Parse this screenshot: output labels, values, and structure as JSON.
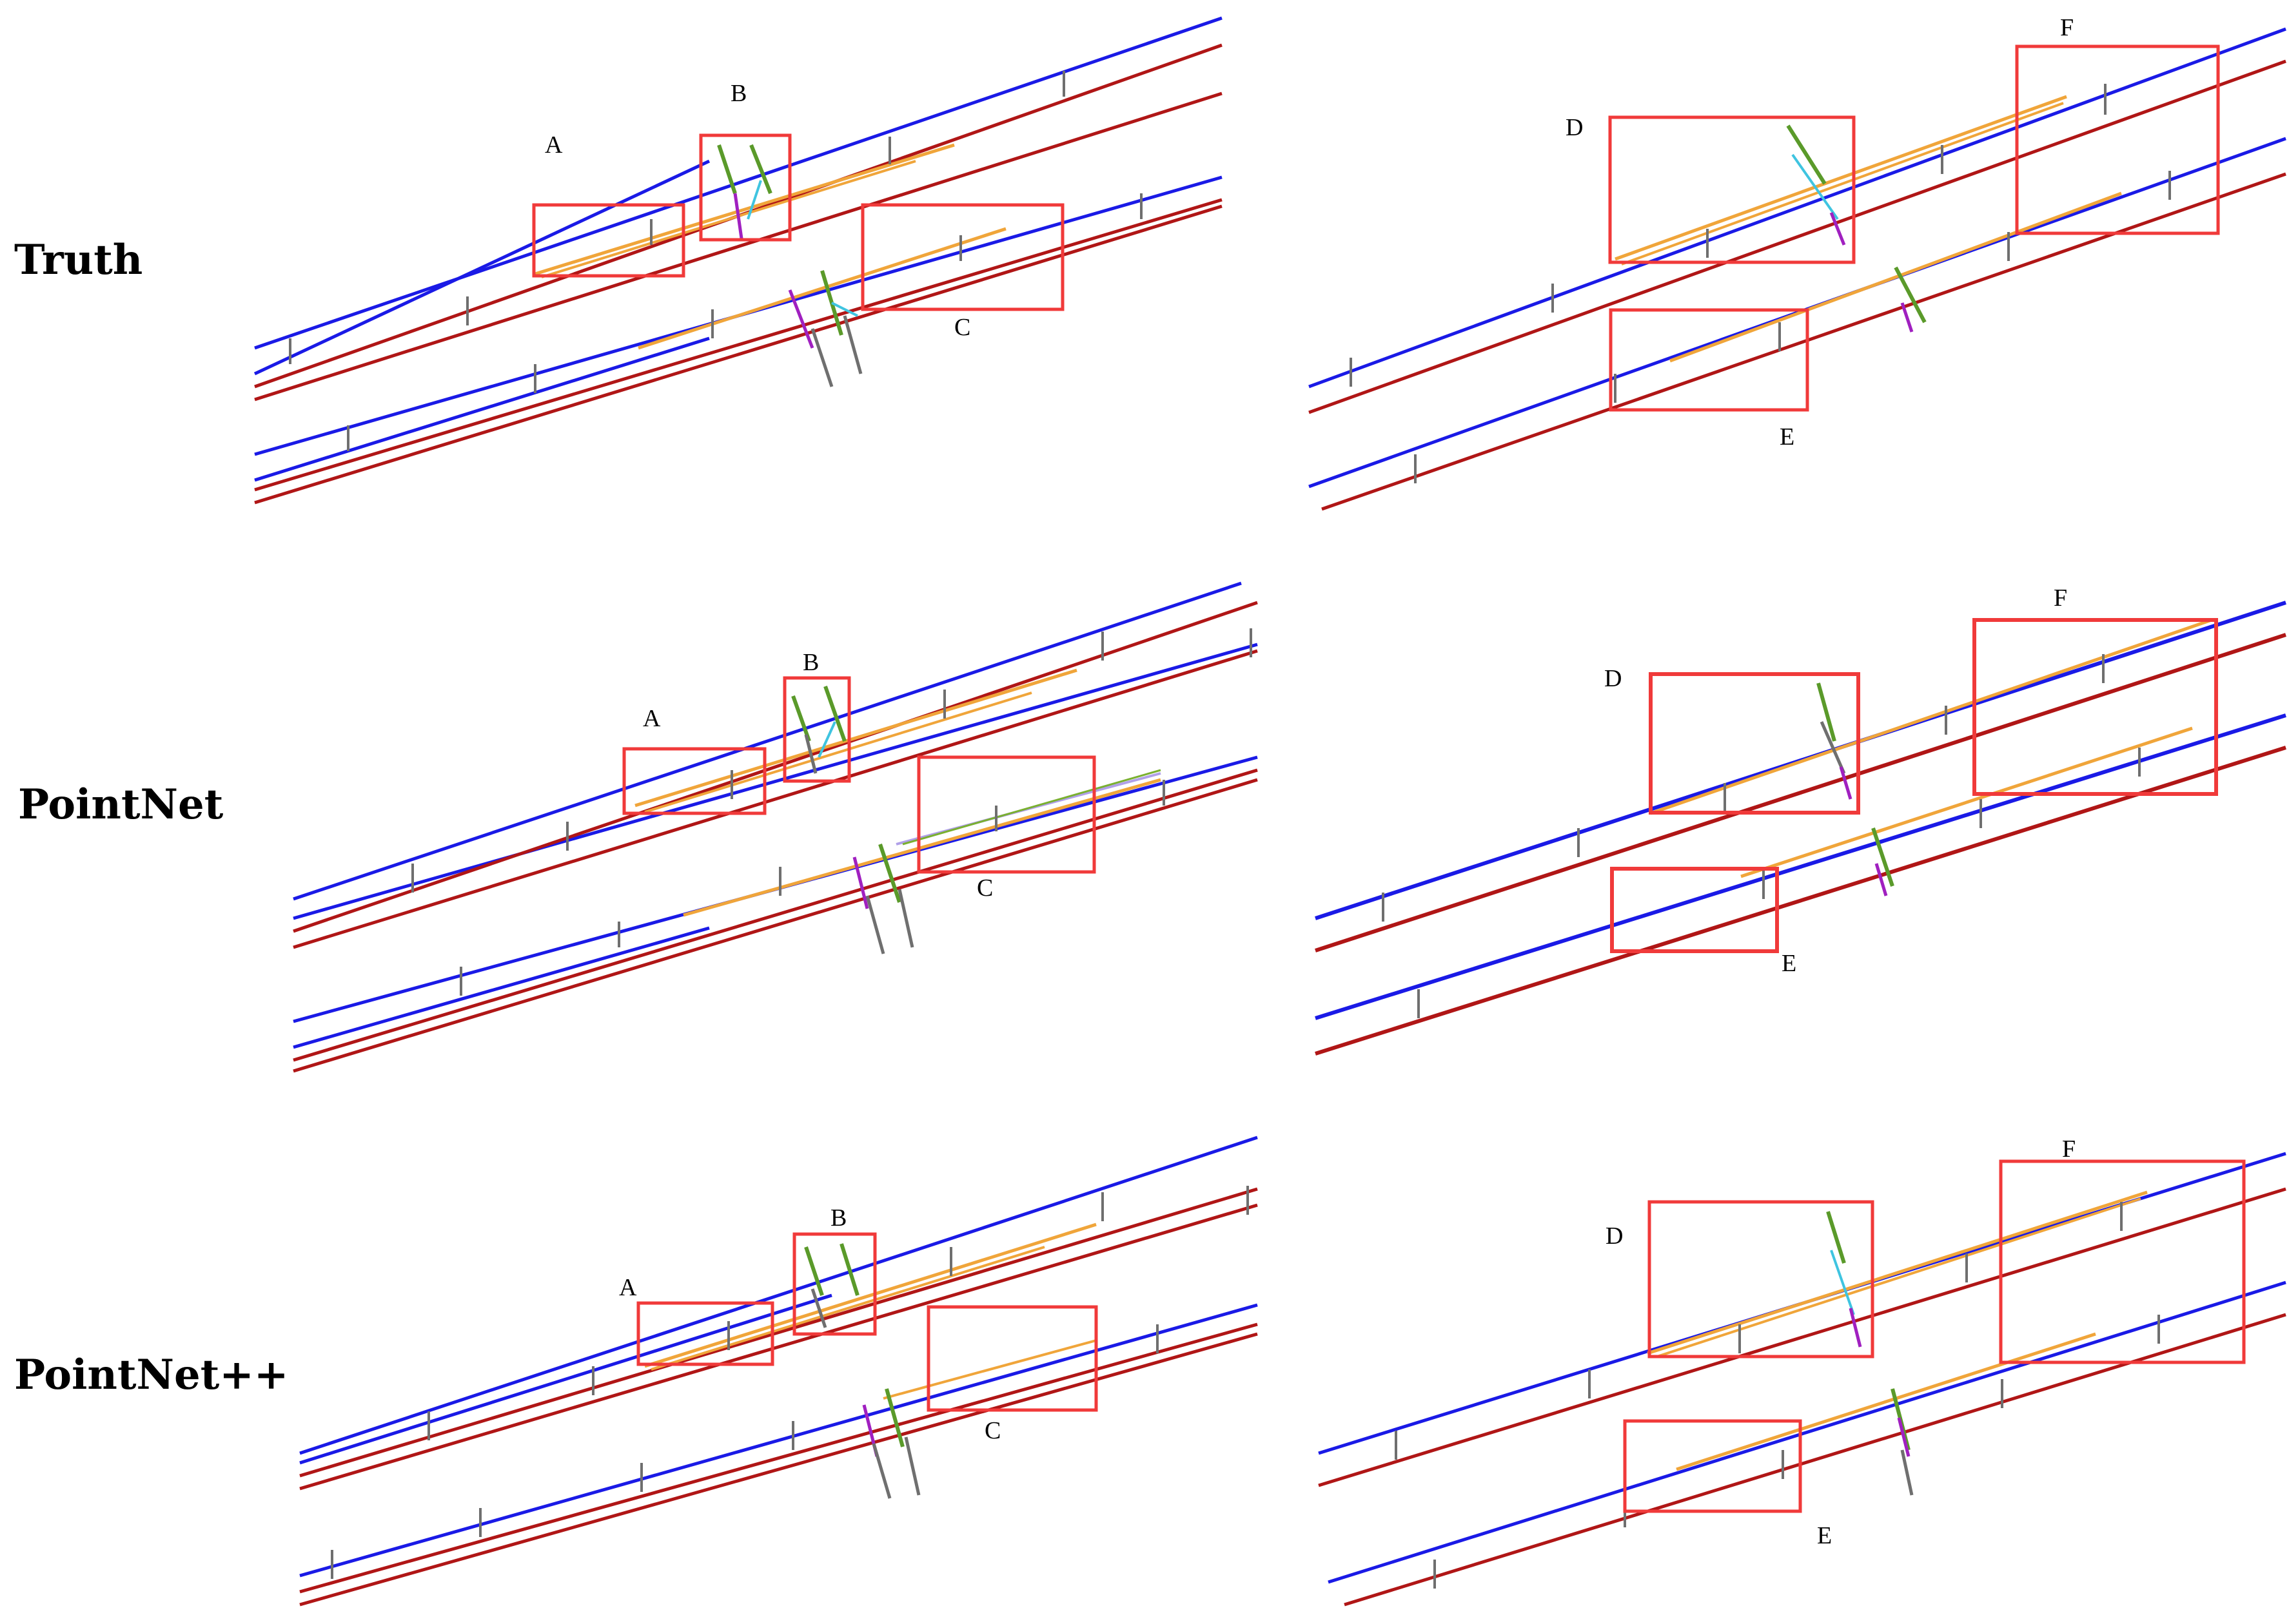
{
  "rows": [
    {
      "label": "Truth",
      "left_boxes": [
        "A",
        "B",
        "C"
      ],
      "right_boxes": [
        "D",
        "E",
        "F"
      ]
    },
    {
      "label": "PointNet",
      "left_boxes": [
        "A",
        "B",
        "C"
      ],
      "right_boxes": [
        "D",
        "E",
        "F"
      ]
    },
    {
      "label": "PointNet++",
      "left_boxes": [
        "A",
        "B",
        "C"
      ],
      "right_boxes": [
        "D",
        "E",
        "F"
      ]
    }
  ],
  "colors": {
    "rail_blue": "#1a1ae6",
    "rail_red": "#b01616",
    "wire_orange": "#f0a53a",
    "pole_gray": "#6f6f6f",
    "mast_green": "#5a9a2a",
    "cantilever_cyan": "#3fc4e0",
    "bracket_purple": "#a020c0",
    "box_red": "#f03a3a"
  }
}
